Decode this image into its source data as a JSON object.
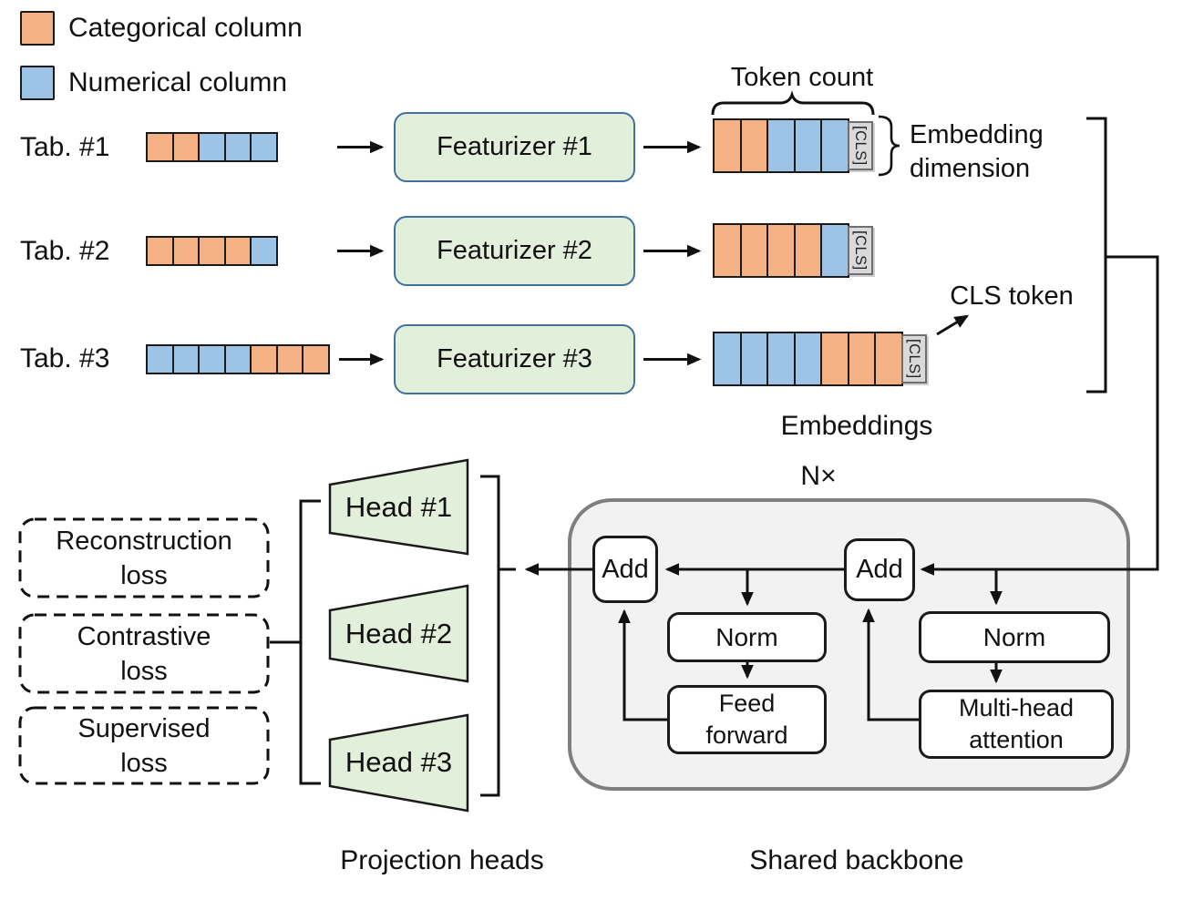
{
  "colors": {
    "categorical": "#F4B183",
    "numerical": "#9DC3E6",
    "green": "#E2EFDA",
    "featurizer_border": "#41719C",
    "cls_fill": "#D9D9D9",
    "backbone_fill": "#F2F2F2",
    "backbone_border": "#7F7F7F"
  },
  "legend": {
    "items": [
      {
        "label": "Categorical column",
        "type": "cat"
      },
      {
        "label": "Numerical column",
        "type": "num"
      }
    ]
  },
  "pipeline": {
    "rows": [
      {
        "table_label": "Tab. #1",
        "featurizer_label": "Featurizer #1",
        "input_cells": [
          "cat",
          "cat",
          "num",
          "num",
          "num"
        ],
        "embedding_cells": [
          "cat",
          "cat",
          "num",
          "num",
          "num"
        ],
        "cls_label": "[CLS]"
      },
      {
        "table_label": "Tab. #2",
        "featurizer_label": "Featurizer #2",
        "input_cells": [
          "cat",
          "cat",
          "cat",
          "cat",
          "num"
        ],
        "embedding_cells": [
          "cat",
          "cat",
          "cat",
          "cat",
          "num"
        ],
        "cls_label": "[CLS]"
      },
      {
        "table_label": "Tab. #3",
        "featurizer_label": "Featurizer #3",
        "input_cells": [
          "num",
          "num",
          "num",
          "num",
          "cat",
          "cat",
          "cat"
        ],
        "embedding_cells": [
          "num",
          "num",
          "num",
          "num",
          "cat",
          "cat",
          "cat"
        ],
        "cls_label": "[CLS]"
      }
    ]
  },
  "annotations": {
    "token_count": "Token count",
    "embedding_dimension": "Embedding\ndimension",
    "cls_token": "CLS token",
    "embeddings": "Embeddings",
    "n_times": "N×",
    "projection_heads": "Projection heads",
    "shared_backbone": "Shared backbone"
  },
  "backbone": {
    "add1_label": "Add",
    "add2_label": "Add",
    "norm1_label": "Norm",
    "feed_forward_label": "Feed\nforward",
    "norm2_label": "Norm",
    "mha_label": "Multi-head\nattention"
  },
  "projection": {
    "heads": [
      {
        "label": "Head #1"
      },
      {
        "label": "Head #2"
      },
      {
        "label": "Head #3"
      }
    ]
  },
  "losses": [
    {
      "label": "Reconstruction\nloss"
    },
    {
      "label": "Contrastive\nloss"
    },
    {
      "label": "Supervised\nloss"
    }
  ]
}
